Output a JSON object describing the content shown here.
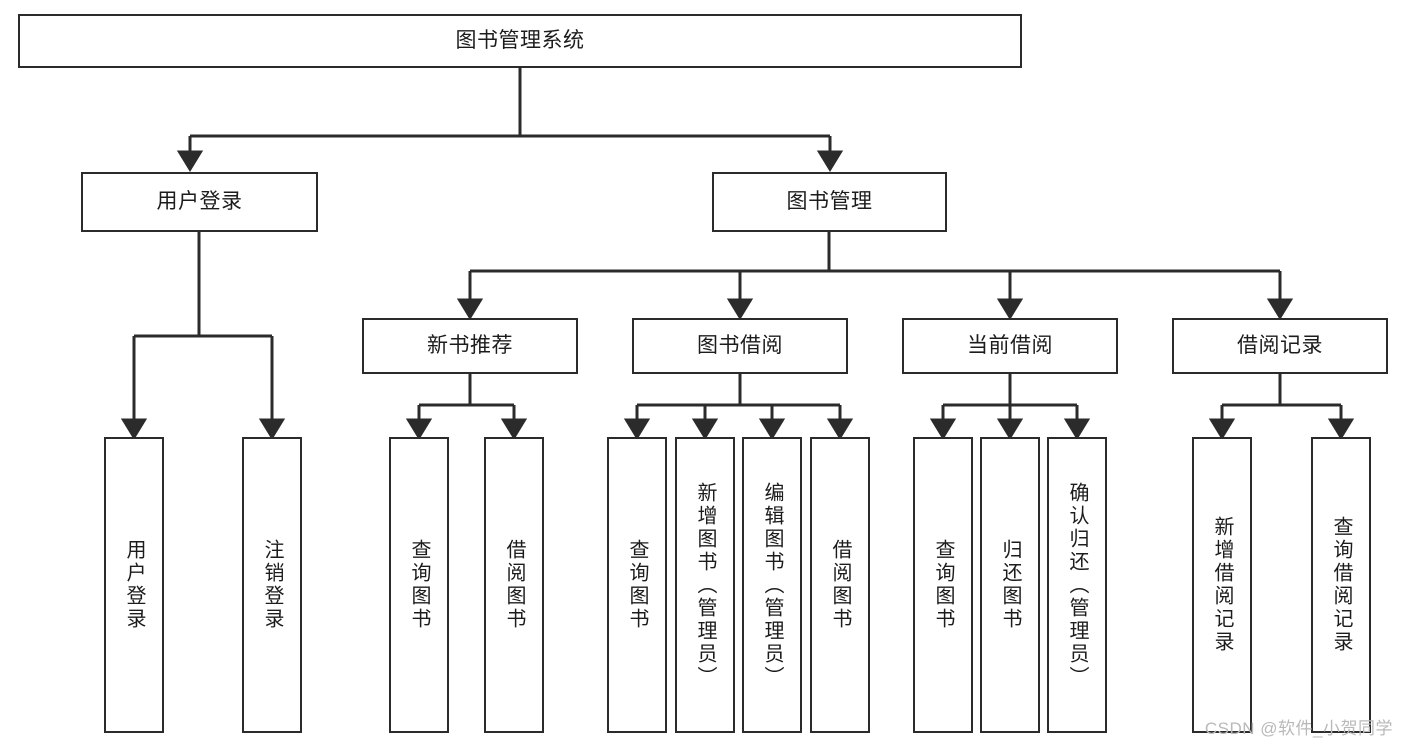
{
  "diagram": {
    "type": "tree",
    "title": "图书管理系统",
    "watermark": "CSDN @软件_小贺同学",
    "colors": {
      "background": "#ffffff",
      "border": "#2b2b2b",
      "line": "#2b2b2b",
      "text": "#1c1c1c",
      "watermark": "#b9b9b9"
    },
    "nodes": {
      "root": {
        "label": "图书管理系统"
      },
      "level2": [
        {
          "id": "user-login",
          "label": "用户登录"
        },
        {
          "id": "book-management",
          "label": "图书管理"
        }
      ],
      "level3": [
        {
          "id": "new-book-recommend",
          "label": "新书推荐"
        },
        {
          "id": "book-borrow",
          "label": "图书借阅"
        },
        {
          "id": "current-borrow",
          "label": "当前借阅"
        },
        {
          "id": "borrow-record",
          "label": "借阅记录"
        }
      ],
      "leaves": {
        "user-login": [
          {
            "id": "leaf-user-login",
            "label": "用户登录"
          },
          {
            "id": "leaf-logout",
            "label": "注销登录"
          }
        ],
        "new-book-recommend": [
          {
            "id": "leaf-query-book-1",
            "label": "查询图书"
          },
          {
            "id": "leaf-borrow-book-1",
            "label": "借阅图书"
          }
        ],
        "book-borrow": [
          {
            "id": "leaf-query-book-2",
            "label": "查询图书"
          },
          {
            "id": "leaf-add-book",
            "label": "新增图书（管理员）"
          },
          {
            "id": "leaf-edit-book",
            "label": "编辑图书（管理员）"
          },
          {
            "id": "leaf-borrow-book-2",
            "label": "借阅图书"
          }
        ],
        "current-borrow": [
          {
            "id": "leaf-query-book-3",
            "label": "查询图书"
          },
          {
            "id": "leaf-return-book",
            "label": "归还图书"
          },
          {
            "id": "leaf-confirm-return",
            "label": "确认归还（管理员）"
          }
        ],
        "borrow-record": [
          {
            "id": "leaf-add-record",
            "label": "新增借阅记录"
          },
          {
            "id": "leaf-query-record",
            "label": "查询借阅记录"
          }
        ]
      }
    }
  }
}
